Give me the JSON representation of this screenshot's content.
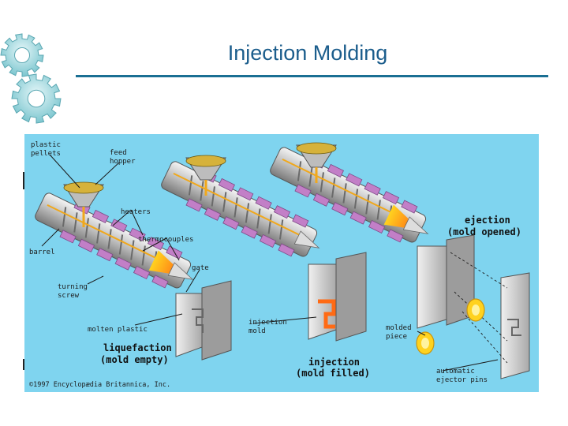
{
  "slide": {
    "title": "Injection Molding"
  },
  "figure": {
    "labels": {
      "plastic_pellets_1": "plastic",
      "plastic_pellets_2": "pellets",
      "feed_hopper_1": "feed",
      "feed_hopper_2": "hopper",
      "heaters": "heaters",
      "thermocouples": "thermocouples",
      "barrel": "barrel",
      "gate": "gate",
      "turning_screw_1": "turning",
      "turning_screw_2": "screw",
      "molten_plastic": "molten plastic",
      "injection_mold_1": "injection",
      "injection_mold_2": "mold",
      "molded_piece_1": "molded",
      "molded_piece_2": "piece",
      "ejector_pins_1": "automatic",
      "ejector_pins_2": "ejector pins"
    },
    "stages": {
      "liquefaction_1": "liquefaction",
      "liquefaction_2": "(mold empty)",
      "injection_1": "injection",
      "injection_2": "(mold filled)",
      "ejection_1": "ejection",
      "ejection_2": "(mold opened)"
    },
    "copyright": "©1997 Encyclopædia Britannica, Inc."
  }
}
